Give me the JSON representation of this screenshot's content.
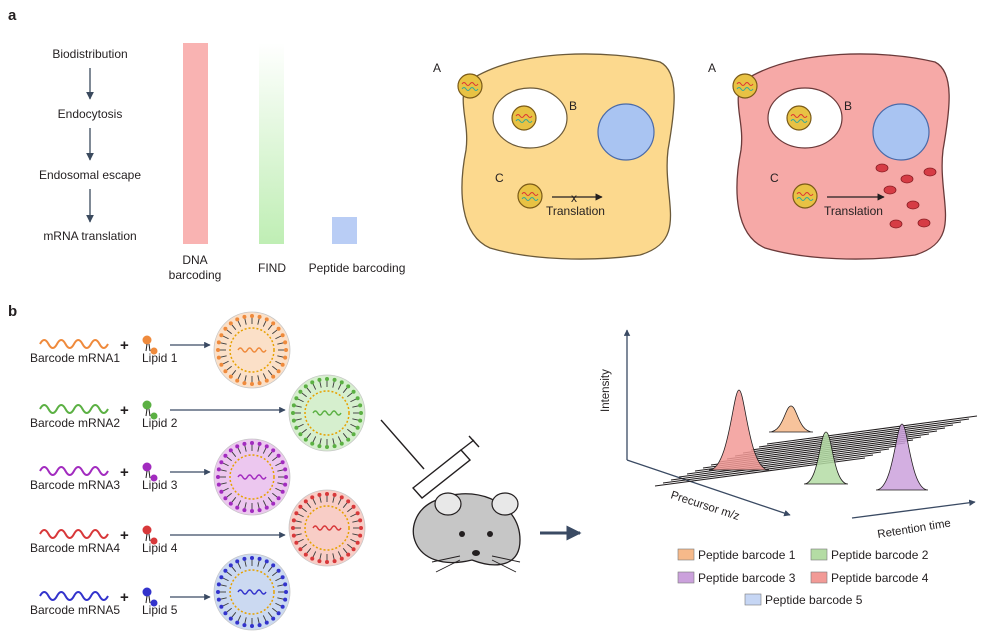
{
  "panel_a": {
    "letter": "a",
    "steps": [
      "Biodistribution",
      "Endocytosis",
      "Endosomal escape",
      "mRNA translation"
    ],
    "methods": [
      {
        "name_line1": "DNA",
        "name_line2": "barcoding",
        "color": "#f9b3b2"
      },
      {
        "name": "FIND",
        "color": "#cff2c7"
      },
      {
        "name": "Peptide barcoding",
        "color": "#b9cdf5"
      }
    ],
    "cell_left": {
      "label_a": "A",
      "label_b": "B",
      "label_c": "C",
      "x_mark": "x",
      "translation": "Translation",
      "color": "#fcd98e"
    },
    "cell_right": {
      "label_a": "A",
      "label_b": "B",
      "label_c": "C",
      "translation": "Translation",
      "color": "#f6a9a7"
    }
  },
  "panel_b": {
    "letter": "b",
    "rows": [
      {
        "mrna": "Barcode mRNA1",
        "plus": "+",
        "lipid": "Lipid 1",
        "color": "#ef8a3c",
        "fill": "#fbe0c8"
      },
      {
        "mrna": "Barcode mRNA2",
        "plus": "+",
        "lipid": "Lipid 2",
        "color": "#5bb043",
        "fill": "#d6efce"
      },
      {
        "mrna": "Barcode mRNA3",
        "plus": "+",
        "lipid": "Lipid 3",
        "color": "#a22bbf",
        "fill": "#ecc7ef"
      },
      {
        "mrna": "Barcode mRNA4",
        "plus": "+",
        "lipid": "Lipid 4",
        "color": "#d8383a",
        "fill": "#f8cdc6"
      },
      {
        "mrna": "Barcode mRNA5",
        "plus": "+",
        "lipid": "Lipid 5",
        "color": "#3333cc",
        "fill": "#cbd9f1"
      }
    ],
    "plot": {
      "ylabel": "Intensity",
      "xlabel": "Precursor m/z",
      "zlabel": "Retention time"
    },
    "legend": [
      {
        "label": "Peptide barcode 1",
        "color": "#f6b98a"
      },
      {
        "label": "Peptide barcode 2",
        "color": "#b4dca4"
      },
      {
        "label": "Peptide barcode 3",
        "color": "#cba1dc"
      },
      {
        "label": "Peptide barcode 4",
        "color": "#f29a96"
      },
      {
        "label": "Peptide barcode 5",
        "color": "#c6d6f4"
      }
    ]
  }
}
